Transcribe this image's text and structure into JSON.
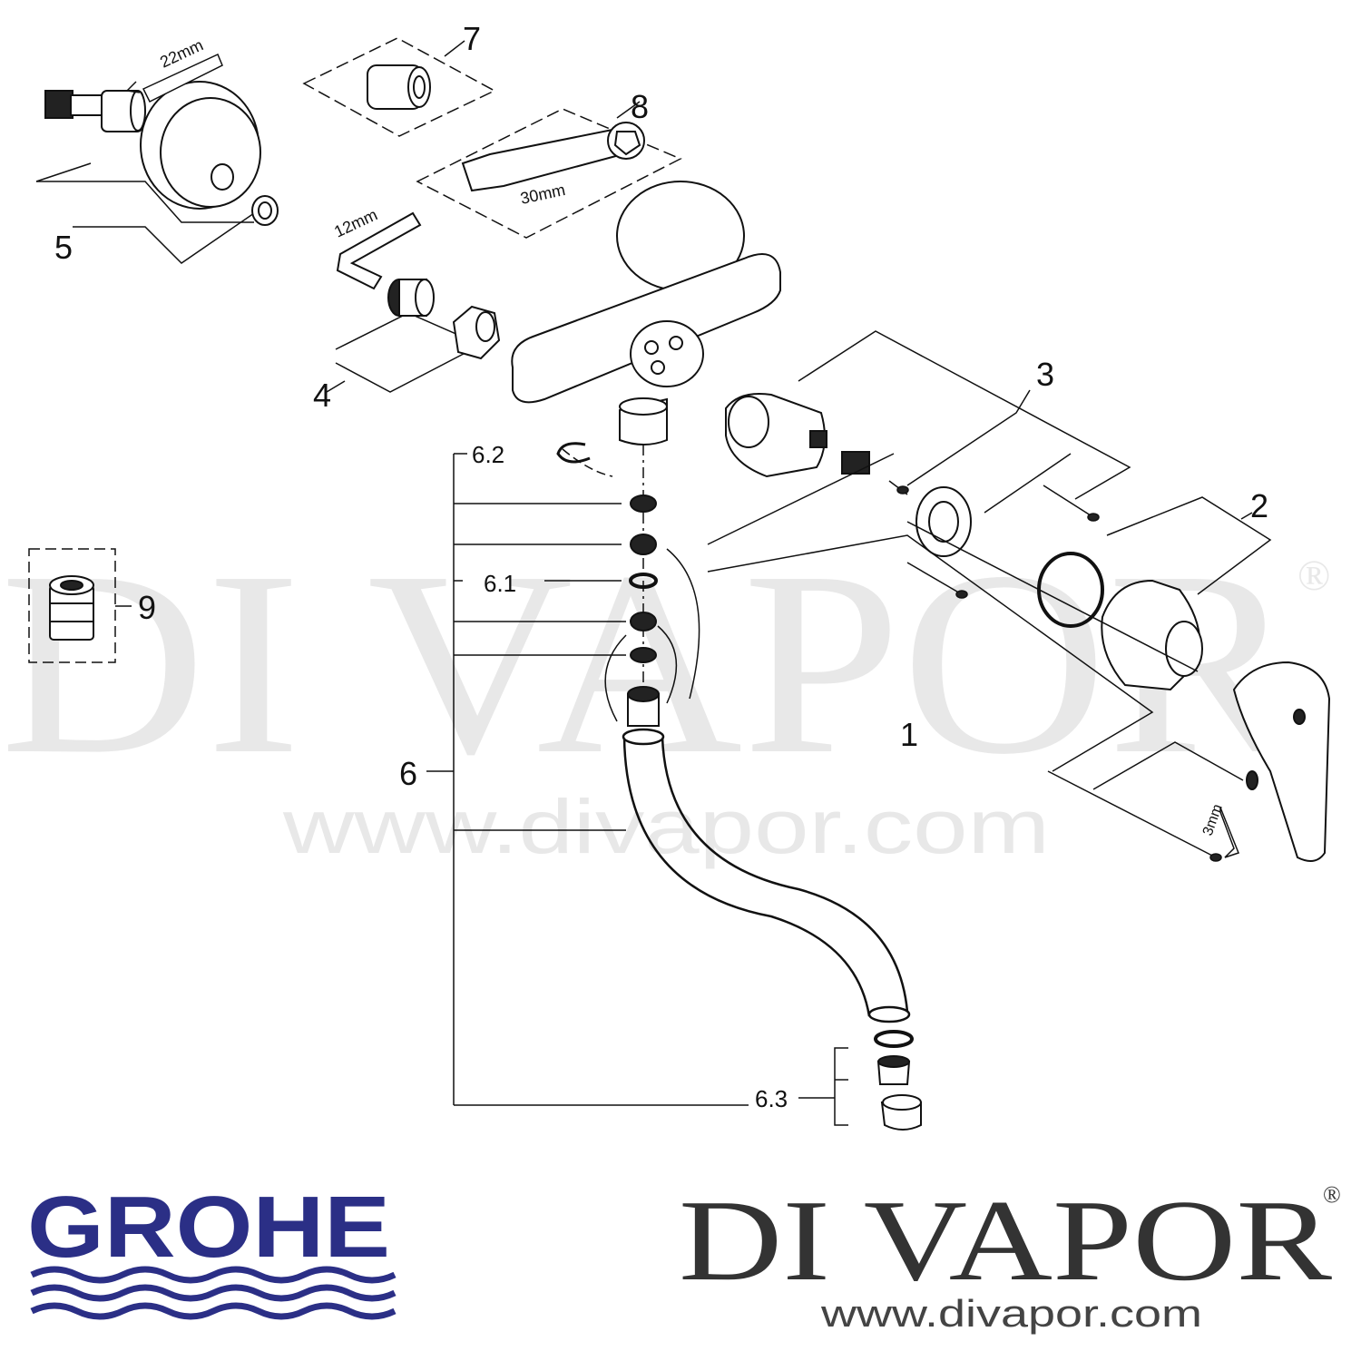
{
  "watermark": {
    "brand": "DI VAPOR",
    "registered": "®",
    "url": "www.divapor.com",
    "color": "#e6e6e6"
  },
  "diagram": {
    "part_labels": {
      "p1": "1",
      "p2": "2",
      "p3": "3",
      "p4": "4",
      "p5": "5",
      "p6": "6",
      "p6_1": "6.1",
      "p6_2": "6.2",
      "p6_3": "6.3",
      "p7": "7",
      "p8": "8",
      "p9": "9"
    },
    "tool_sizes": {
      "wrench_22": "22mm",
      "hex_key_12": "12mm",
      "wrench_30": "30mm",
      "hex_key_3": "3mm"
    },
    "line_color": "#111111"
  },
  "footer": {
    "grohe_logo_text": "GROHE",
    "grohe_color": "#2b2f86",
    "divapor_brand": "DI VAPOR",
    "divapor_registered": "®",
    "divapor_url": "www.divapor.com",
    "divapor_color": "#333333"
  }
}
